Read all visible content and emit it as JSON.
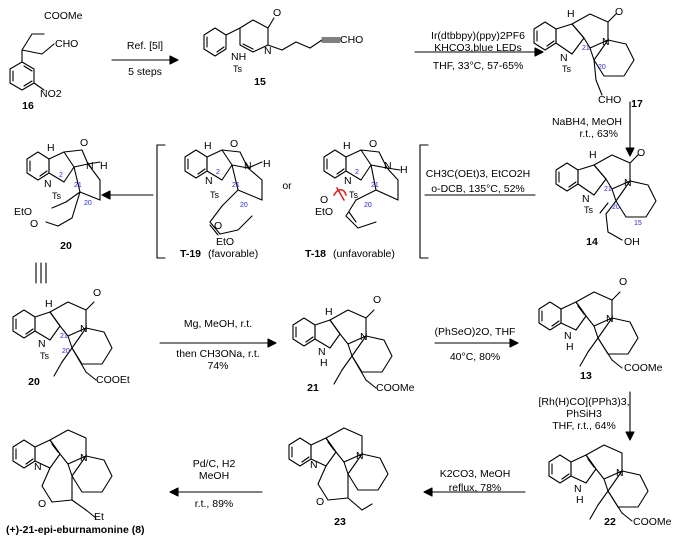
{
  "compounds": {
    "c16": "16",
    "c15": "15",
    "c17": "17",
    "c14": "14",
    "c20": "20",
    "c21": "21",
    "c13": "13",
    "c22": "22",
    "c23": "23",
    "c8": "(+)-21-epi-eburnamonine (8)"
  },
  "transition_states": {
    "t19": "T-19",
    "t19_note": "(favorable)",
    "t18": "T-18",
    "t18_note": "(unfavorable)",
    "or": "or"
  },
  "conditions": {
    "step1_top": "Ref. [5l]",
    "step1_bottom": "5 steps",
    "step2_top": "Ir(dtbbpy)(ppy)2PF6",
    "step2_mid": "KHCO3,blue LEDs",
    "step2_bottom": "THF, 33°C, 57-65%",
    "step3_top": "NaBH4, MeOH",
    "step3_bottom": "r.t., 63%",
    "step4_top": "CH3C(OEt)3, EtCO2H",
    "step4_bottom": "o-DCB, 135°C, 52%",
    "step5_top": "Mg, MeOH, r.t.",
    "step5_mid": "then CH3ONa, r.t.",
    "step5_bottom": "74%",
    "step6_top": "(PhSeO)2O, THF",
    "step6_bottom": "40°C, 80%",
    "step7_top": "[Rh(H)CO](PPh3)3,",
    "step7_mid": "PhSiH3",
    "step7_bottom": "THF, r.t., 64%",
    "step8_top": "K2CO3, MeOH",
    "step8_bottom": "reflux, 78%",
    "step9_top": "Pd/C, H2",
    "step9_mid": "MeOH",
    "step9_bottom": "r.t., 89%"
  },
  "labels": {
    "coome": "COOMe",
    "cho": "CHO",
    "no2": "NO2",
    "ts": "Ts",
    "nh": "NH",
    "n": "N",
    "h": "H",
    "o": "O",
    "eto": "EtO",
    "oh": "OH",
    "cooet": "COOEt",
    "et": "Et"
  },
  "atom_numbers": {
    "n2": "2",
    "n21": "21",
    "n20": "20",
    "n15": "15"
  }
}
